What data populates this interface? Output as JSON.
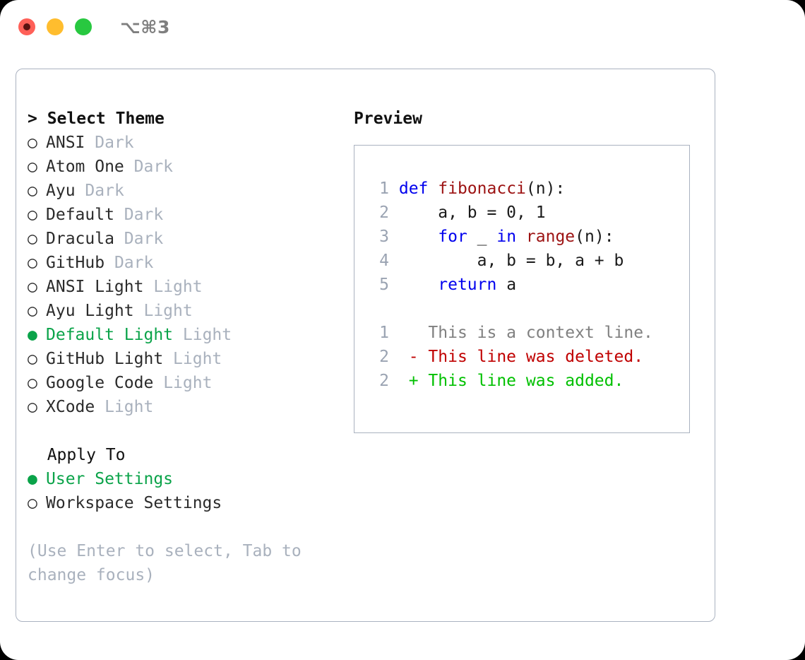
{
  "titlebar": {
    "shortcut": "⌥⌘3",
    "buttons": [
      {
        "name": "close",
        "color": "#ff6058"
      },
      {
        "name": "minimize",
        "color": "#ffbd2e"
      },
      {
        "name": "maximize",
        "color": "#28c840"
      }
    ]
  },
  "theme_list": {
    "header": "> Select Theme",
    "items": [
      {
        "marker": "○",
        "name": "ANSI",
        "variant": "Dark",
        "selected": false
      },
      {
        "marker": "○",
        "name": "Atom One",
        "variant": "Dark",
        "selected": false
      },
      {
        "marker": "○",
        "name": "Ayu",
        "variant": "Dark",
        "selected": false
      },
      {
        "marker": "○",
        "name": "Default",
        "variant": "Dark",
        "selected": false
      },
      {
        "marker": "○",
        "name": "Dracula",
        "variant": "Dark",
        "selected": false
      },
      {
        "marker": "○",
        "name": "GitHub",
        "variant": "Dark",
        "selected": false
      },
      {
        "marker": "○",
        "name": "ANSI Light",
        "variant": "Light",
        "selected": false
      },
      {
        "marker": "○",
        "name": "Ayu Light",
        "variant": "Light",
        "selected": false
      },
      {
        "marker": "●",
        "name": "Default Light",
        "variant": "Light",
        "selected": true
      },
      {
        "marker": "○",
        "name": "GitHub Light",
        "variant": "Light",
        "selected": false
      },
      {
        "marker": "○",
        "name": "Google Code",
        "variant": "Light",
        "selected": false
      },
      {
        "marker": "○",
        "name": "XCode",
        "variant": "Light",
        "selected": false
      }
    ]
  },
  "apply_to": {
    "header": "Apply To",
    "items": [
      {
        "marker": "●",
        "label": "User Settings",
        "selected": true
      },
      {
        "marker": "○",
        "label": "Workspace Settings",
        "selected": false
      }
    ]
  },
  "hint": "(Use Enter to select, Tab to change focus)",
  "preview": {
    "title": "Preview",
    "code_lines": [
      {
        "num": "1",
        "tokens": [
          {
            "t": "def",
            "c": "kw"
          },
          {
            "t": " ",
            "c": "code-body"
          },
          {
            "t": "fibonacci",
            "c": "fn"
          },
          {
            "t": "(n):",
            "c": "code-body"
          }
        ]
      },
      {
        "num": "2",
        "tokens": [
          {
            "t": "    a, b = 0, 1",
            "c": "code-body"
          }
        ]
      },
      {
        "num": "3",
        "tokens": [
          {
            "t": "    ",
            "c": "code-body"
          },
          {
            "t": "for",
            "c": "kw"
          },
          {
            "t": " _ ",
            "c": "code-body"
          },
          {
            "t": "in",
            "c": "kw"
          },
          {
            "t": " ",
            "c": "code-body"
          },
          {
            "t": "range",
            "c": "fn"
          },
          {
            "t": "(n):",
            "c": "code-body"
          }
        ]
      },
      {
        "num": "4",
        "tokens": [
          {
            "t": "        a, b = b, a + b",
            "c": "code-body"
          }
        ]
      },
      {
        "num": "5",
        "tokens": [
          {
            "t": "    ",
            "c": "code-body"
          },
          {
            "t": "return",
            "c": "kw"
          },
          {
            "t": " a",
            "c": "code-body"
          }
        ]
      }
    ],
    "diff_lines": [
      {
        "num": "1",
        "sign": "  ",
        "text": "This is a context line.",
        "kind": "diff-ctx"
      },
      {
        "num": "2",
        "sign": "- ",
        "text": "This line was deleted.",
        "kind": "diff-del"
      },
      {
        "num": "2",
        "sign": "+ ",
        "text": "This line was added.",
        "kind": "diff-add"
      }
    ]
  },
  "colors": {
    "selected_green": "#0aa349",
    "muted_gray": "#a9b1bd",
    "border": "#aab2c0",
    "keyword_blue": "#0000ee",
    "function_red": "#9c1212",
    "diff_deleted": "#c00000",
    "diff_added": "#00c000",
    "line_number": "#9aa3b2"
  }
}
